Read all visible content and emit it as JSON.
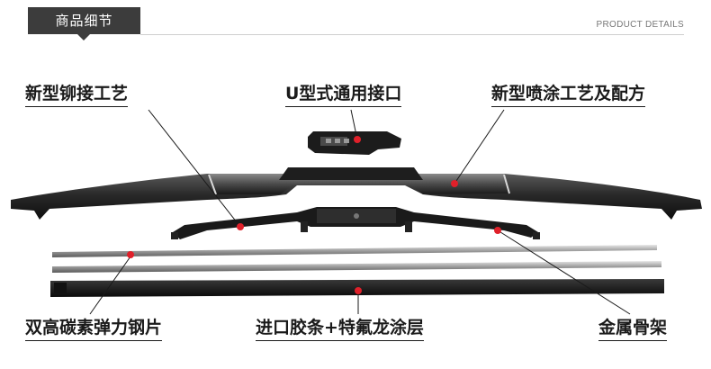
{
  "header": {
    "tab_label": "商品细节",
    "subtitle": "PRODUCT DETAILS"
  },
  "callouts": {
    "rivet": "新型铆接工艺",
    "connector": "U型式通用接口",
    "coating": "新型喷涂工艺及配方",
    "steel": "双高碳素弹力钢片",
    "rubber": "进口胶条+特氟龙涂层",
    "frame": "金属骨架"
  },
  "colors": {
    "tab_bg": "#3c3c3c",
    "marker": "#e0202a",
    "text": "#1a1a1a"
  }
}
